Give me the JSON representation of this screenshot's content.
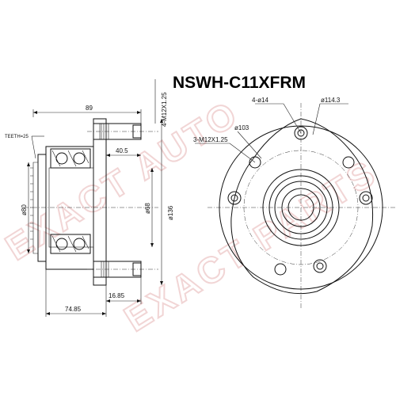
{
  "part_number": "NSWH-C11XFRM",
  "watermark": {
    "text_a": "EXACT AUTO",
    "text_b": "EXACT PARTS",
    "color": "#e7b3b3"
  },
  "side_view": {
    "dim_overall_width": "89",
    "dim_stud_thread": "4-M12X1.25",
    "dim_teeth": "TEETH=25",
    "dim_stud_offset": "40.5",
    "dim_bore": "ø80",
    "dim_pilot": "ø68",
    "dim_flange": "ø136",
    "dim_flange_to_face": "16.85",
    "dim_total_depth": "74.85"
  },
  "front_view": {
    "dim_mount_holes": "4-ø14",
    "dim_pcd_studs": "ø114.3",
    "dim_pcd_bolts": "ø103",
    "dim_bolt_thread": "3-M12X1.25"
  }
}
